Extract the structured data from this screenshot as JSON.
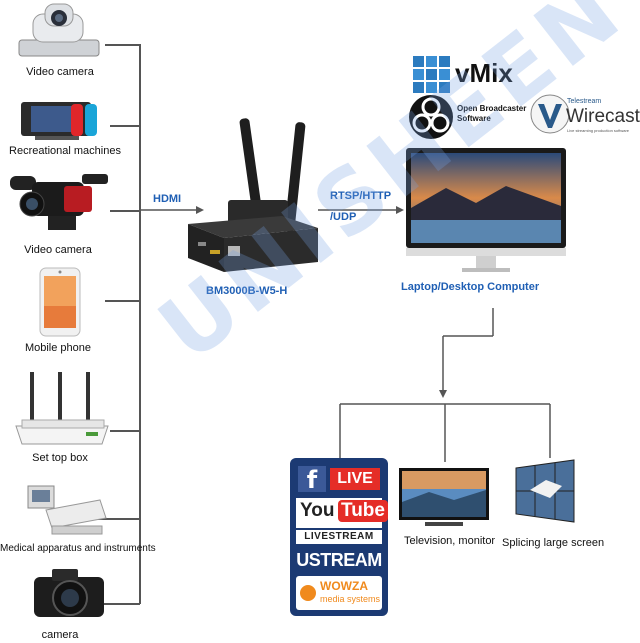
{
  "sources": [
    {
      "icon": "ptz-camera-icon",
      "label": "Video camera"
    },
    {
      "icon": "game-console-icon",
      "label": "Recreational machines"
    },
    {
      "icon": "camcorder-icon",
      "label": "Video camera"
    },
    {
      "icon": "smartphone-icon",
      "label": "Mobile phone"
    },
    {
      "icon": "router-icon",
      "label": "Set top box"
    },
    {
      "icon": "medical-device-icon",
      "label": "Medical apparatus and instruments"
    },
    {
      "icon": "dslr-camera-icon",
      "label": "camera"
    }
  ],
  "links": {
    "hdmi": "HDMI",
    "protocol_line1": "RTSP/HTTP",
    "protocol_line2": "/UDP"
  },
  "encoder": {
    "label": "BM3000B-W5-H",
    "icon": "encoder-device-icon"
  },
  "computer": {
    "label": "Laptop/Desktop Computer",
    "icon": "monitor-icon"
  },
  "software": {
    "vmix": "vMix",
    "obs_line1": "Open Broadcaster",
    "obs_line2": "Software",
    "wirecast_small": "Telestream",
    "wirecast": "Wirecast",
    "wirecast_tag": "Live streaming production software"
  },
  "platforms": {
    "facebook_f": "f",
    "facebook_live": "LIVE",
    "youtube_you": "You",
    "youtube_tube": "Tube",
    "livestream": "LIVESTREAM",
    "ustream": "USTREAM",
    "wowza_line1": "WOWZA",
    "wowza_line2": "media systems"
  },
  "outputs": [
    {
      "icon": "television-icon",
      "label": "Television, monitor"
    },
    {
      "icon": "video-wall-icon",
      "label": "Splicing large screen"
    }
  ],
  "watermark": "UNISHEEN",
  "colors": {
    "link_blue": "#1f5fb4",
    "facebook_blue": "#3b5998",
    "youtube_red": "#e52d27",
    "panel_navy": "#1c3a73",
    "wowza_orange": "#f08a1d"
  }
}
